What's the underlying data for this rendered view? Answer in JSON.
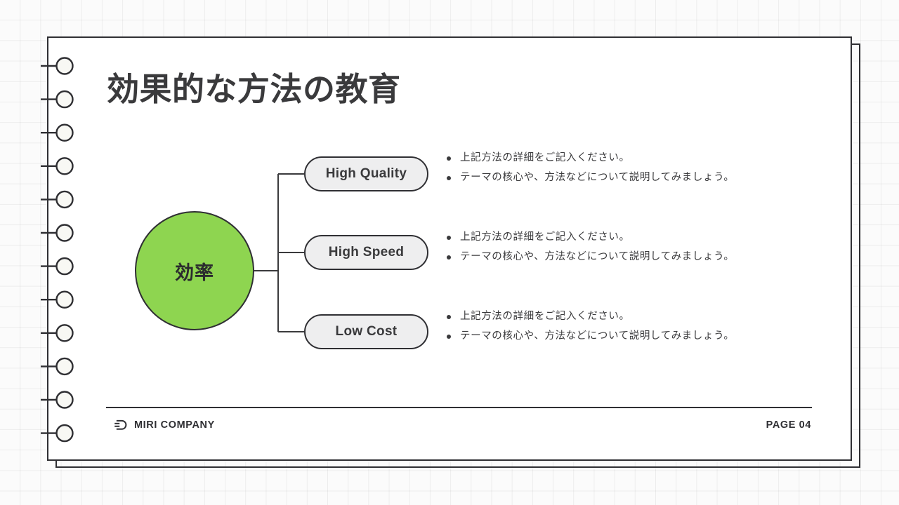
{
  "slide": {
    "title": "効果的な方法の教育",
    "hub": {
      "label": "効率",
      "color": "#8ed550"
    },
    "branches": [
      {
        "pill_label": "High Quality",
        "bullets": [
          "上記方法の詳細をご記入ください。",
          "テーマの核心や、方法などについて説明してみましょう。"
        ]
      },
      {
        "pill_label": "High Speed",
        "bullets": [
          "上記方法の詳細をご記入ください。",
          "テーマの核心や、方法などについて説明してみましょう。"
        ]
      },
      {
        "pill_label": "Low Cost",
        "bullets": [
          "上記方法の詳細をご記入ください。",
          "テーマの核心や、方法などについて説明してみましょう。"
        ]
      }
    ],
    "footer": {
      "brand": "MIRI COMPANY",
      "brand_mark_icon": "miri-logo-icon",
      "page": "PAGE 04"
    },
    "decor": {
      "spiral_ring_icon": "spiral-ring-icon",
      "spiral_ring_count": 12,
      "border_color": "#2f2f33",
      "pill_fill": "#eeeeef",
      "page_fill": "#ffffff",
      "background_grid": "#fbfbfb"
    }
  }
}
